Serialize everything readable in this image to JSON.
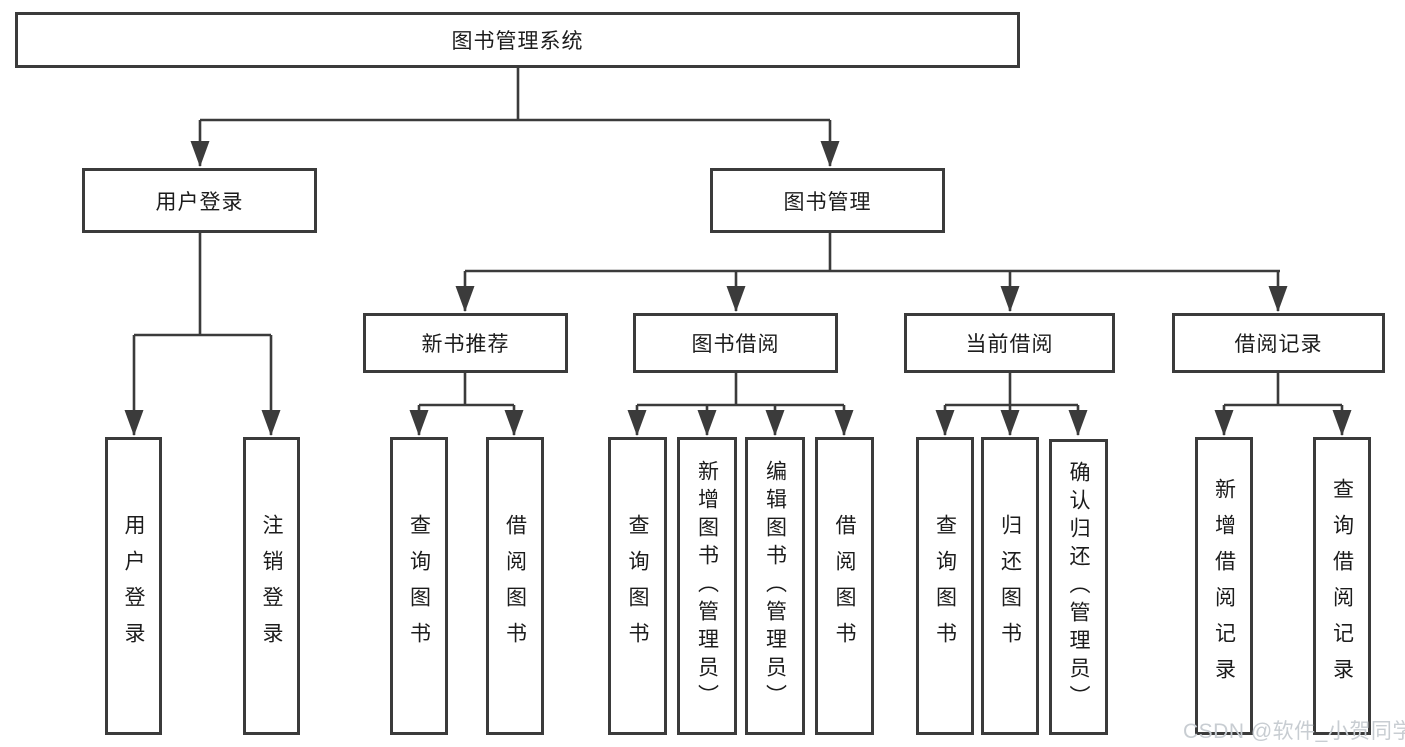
{
  "watermark": "CSDN @软件_小贺同学",
  "diagram": {
    "root": {
      "label": "图书管理系统"
    },
    "level2": {
      "user_login": {
        "label": "用户登录"
      },
      "book_mgmt": {
        "label": "图书管理"
      }
    },
    "level3": {
      "new_book_rec": {
        "label": "新书推荐"
      },
      "book_borrow": {
        "label": "图书借阅"
      },
      "current_borrow": {
        "label": "当前借阅"
      },
      "borrow_records": {
        "label": "借阅记录"
      }
    },
    "leaves": {
      "user_login_action": {
        "label": "用户登录"
      },
      "logout_action": {
        "label": "注销登录"
      },
      "rec_query_books": {
        "label": "查询图书"
      },
      "rec_borrow_books": {
        "label": "借阅图书"
      },
      "bb_query_books": {
        "label": "查询图书"
      },
      "bb_add_books": {
        "label": "新增图书（管理员）"
      },
      "bb_edit_books": {
        "label": "编辑图书（管理员）"
      },
      "bb_borrow_books": {
        "label": "借阅图书"
      },
      "cb_query_books": {
        "label": "查询图书"
      },
      "cb_return_books": {
        "label": "归还图书"
      },
      "cb_confirm_return": {
        "label": "确认归还（管理员）"
      },
      "br_add_record": {
        "label": "新增借阅记录"
      },
      "br_query_record": {
        "label": "查询借阅记录"
      }
    }
  }
}
